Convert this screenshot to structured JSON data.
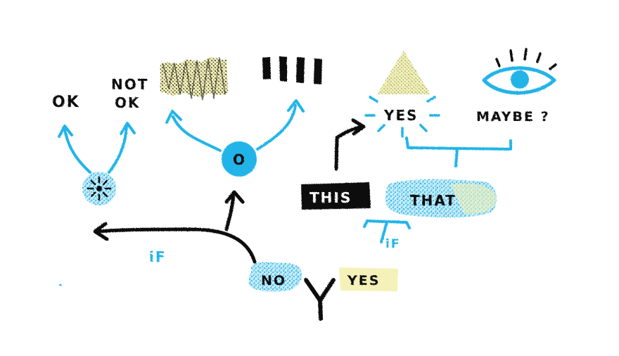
{
  "diagram": {
    "labels": {
      "ok": "OK",
      "not_ok_line1": "NOT",
      "not_ok_line2": "OK",
      "center_node": "O",
      "yes_top": "YES",
      "maybe": "MAYBE ?",
      "this": "THIS",
      "that": "THAT",
      "if_left": "iF",
      "if_right": "iF",
      "no": "NO",
      "yes_bottom": "YES",
      "y": "Y"
    },
    "colors": {
      "ink": "#111111",
      "blue": "#23b4e8",
      "pale_yellow": "#f4f2b8",
      "speckle_blue": "#2fb5e3"
    }
  }
}
